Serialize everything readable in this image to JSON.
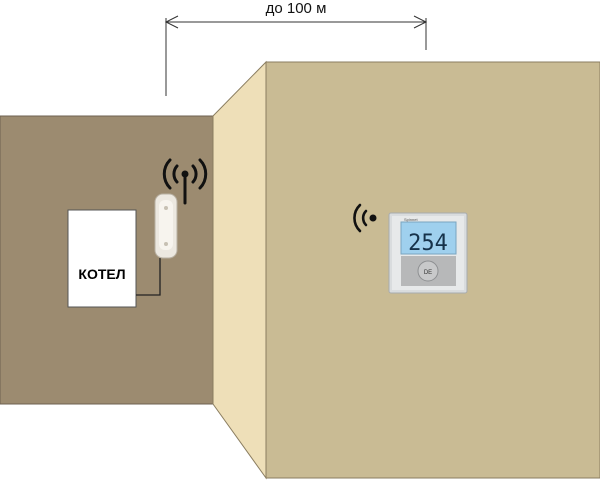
{
  "dimension": {
    "label": "до 100 м"
  },
  "boiler": {
    "label": "КОТЕЛ"
  },
  "thermostat": {
    "display_value": "254",
    "brand": "Spinnet",
    "button_label": "DE"
  },
  "icons": {
    "receiver_signal": "antenna-broadcast-icon",
    "thermostat_signal": "wifi-waves-icon"
  },
  "colors": {
    "left_wall": "#9c8b70",
    "side_wall": "#eedfb8",
    "right_wall": "#c9bb94",
    "lcd": "#9fd0ee"
  }
}
